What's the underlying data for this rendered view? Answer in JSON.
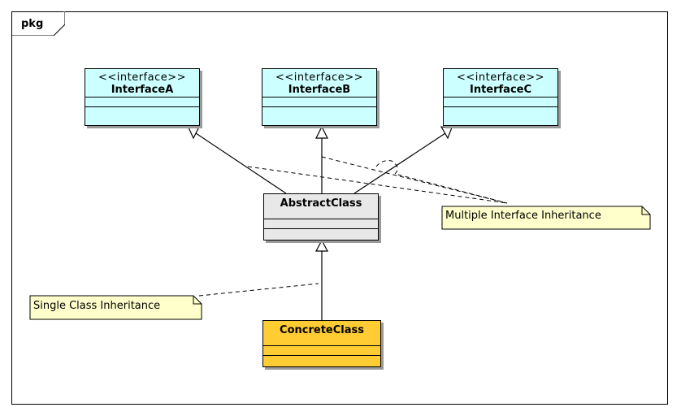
{
  "package": {
    "label": "pkg"
  },
  "interfaces": [
    {
      "stereotype": "<<interface>>",
      "name": "InterfaceA"
    },
    {
      "stereotype": "<<interface>>",
      "name": "InterfaceB"
    },
    {
      "stereotype": "<<interface>>",
      "name": "InterfaceC"
    }
  ],
  "abstract_class": {
    "name": "AbstractClass"
  },
  "concrete_class": {
    "name": "ConcreteClass"
  },
  "notes": {
    "multiple": "Multiple Interface Inheritance",
    "single": "Single Class Inheritance"
  },
  "colors": {
    "interface_fill": "#ccffff",
    "abstract_fill": "#e8e8e8",
    "concrete_fill": "#ffcc33",
    "note_fill": "#ffffcc"
  }
}
